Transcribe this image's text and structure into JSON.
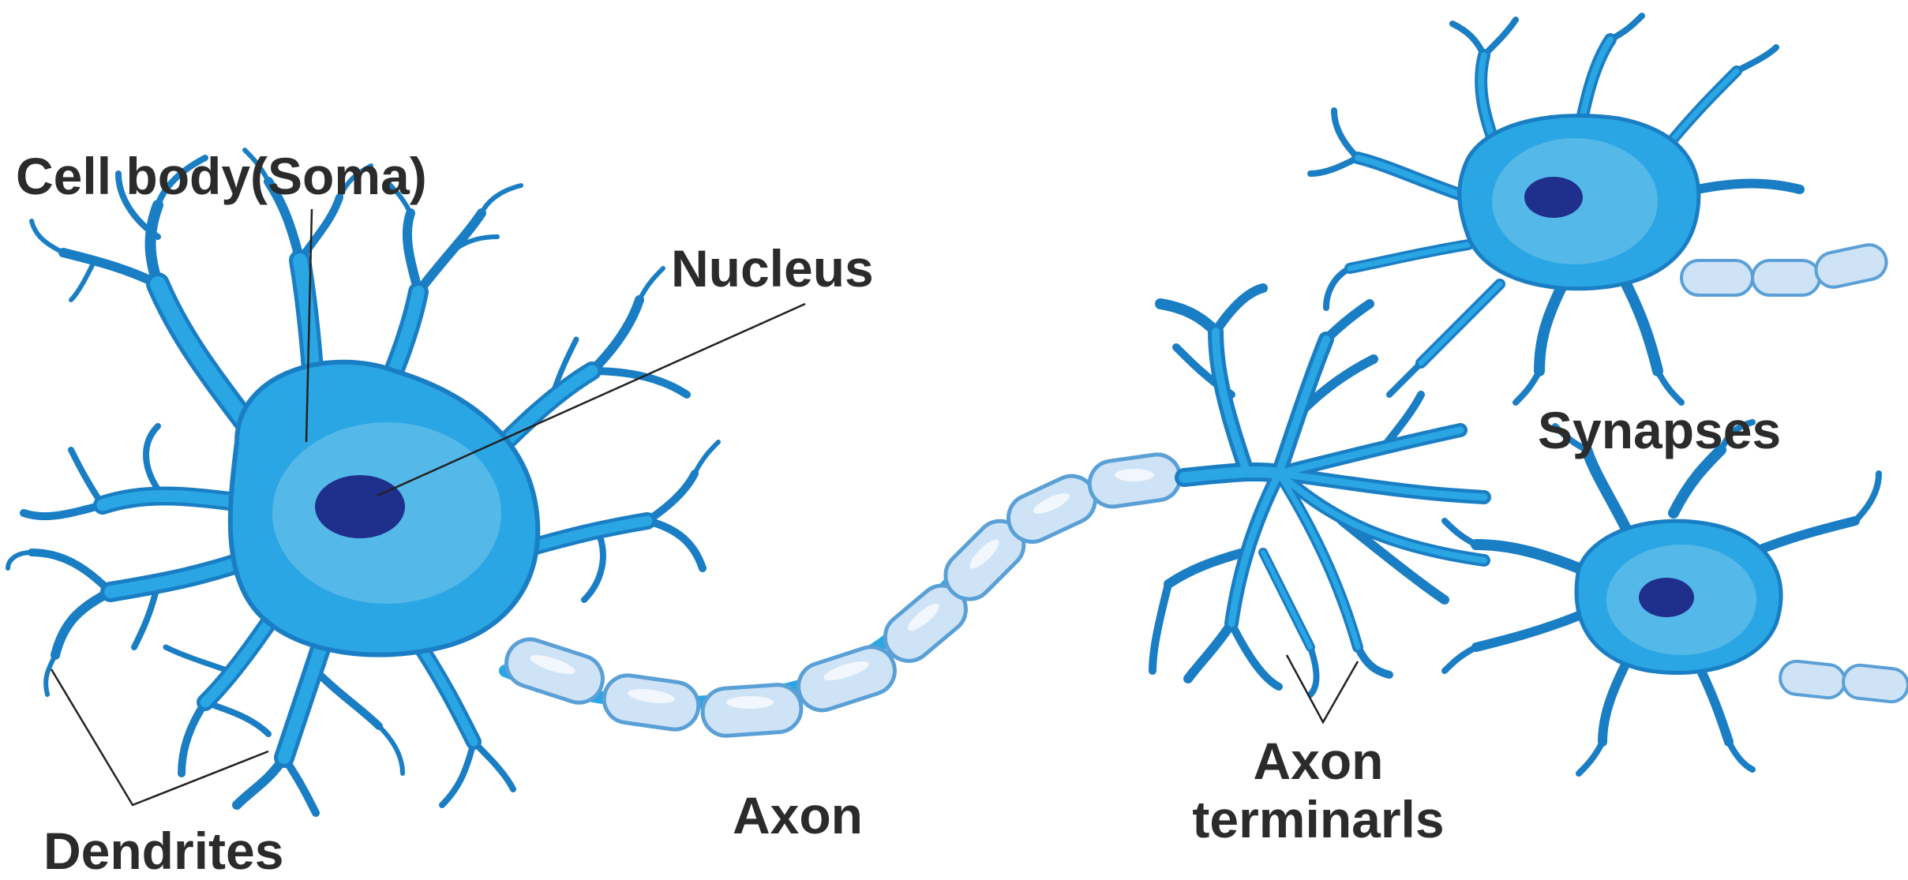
{
  "labels": {
    "cell_body": "Cell body(Soma)",
    "nucleus": "Nucleus",
    "dendrites": "Dendrites",
    "axon": "Axon",
    "axon_terminals_line1": "Axon",
    "axon_terminals_line2": "terminarls",
    "synapses": "Synapses"
  },
  "colors": {
    "cell_blue": "#2aa6e4",
    "cell_outline": "#1a7ec4",
    "soma_highlight": "#5fbde9",
    "nucleus": "#1f2f8c",
    "myelin_fill": "#cfe3f6",
    "myelin_outline": "#5aa0d6",
    "label_text": "#2b2b2b",
    "leader_line": "#222222"
  }
}
